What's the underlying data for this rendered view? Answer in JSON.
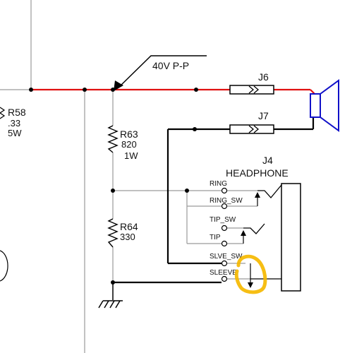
{
  "labels": {
    "voltage": "40V P-P",
    "j6": "J6",
    "j7": "J7",
    "j4": "J4",
    "headphone": "HEADPHONE",
    "r58_name": "R58",
    "r58_value": ".33",
    "r58_power": "5W",
    "r63_name": "R63",
    "r63_value": "820",
    "r63_power": "1W",
    "r64_name": "R64",
    "r64_value": "330"
  },
  "jack_pins": {
    "ring": "RING",
    "ring_sw": "RING_SW",
    "tip_sw": "TIP_SW",
    "tip": "TIP",
    "slve_sw": "SLVE_SW",
    "sleeve": "SLEEVE"
  },
  "colors": {
    "wire": "#000000",
    "thin_wire": "#9a9a9a",
    "powered_wire": "#e01010",
    "speaker": "#1010c8",
    "highlight": "#f5b800"
  }
}
